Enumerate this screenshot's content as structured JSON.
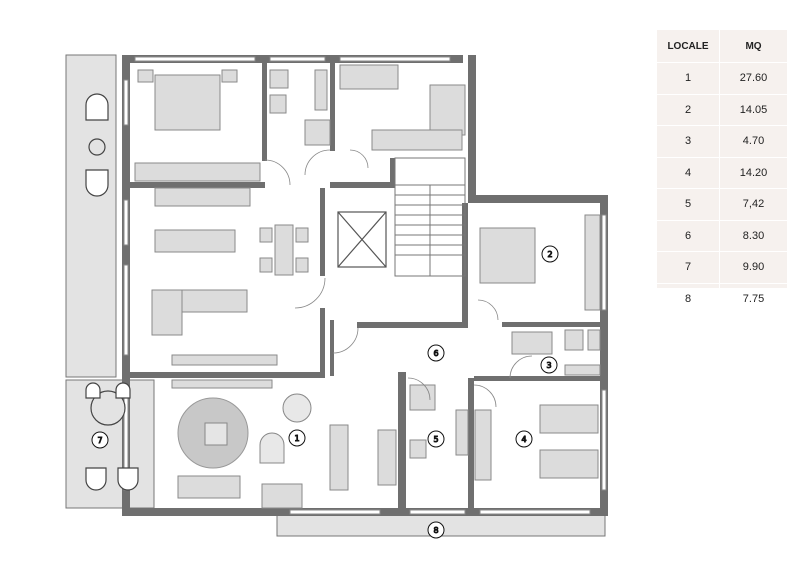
{
  "legend_table": {
    "headers": [
      "LOCALE",
      "MQ"
    ],
    "rows": [
      {
        "locale": "1",
        "mq": "27.60"
      },
      {
        "locale": "2",
        "mq": "14.05"
      },
      {
        "locale": "3",
        "mq": "4.70"
      },
      {
        "locale": "4",
        "mq": "14.20"
      },
      {
        "locale": "5",
        "mq": "7,42"
      },
      {
        "locale": "6",
        "mq": "8.30"
      },
      {
        "locale": "7",
        "mq": "9.90"
      },
      {
        "locale": "8",
        "mq": "7.75"
      }
    ]
  },
  "room_markers": [
    "1",
    "2",
    "3",
    "4",
    "5",
    "6",
    "7",
    "8"
  ],
  "colors": {
    "wall": "#6f6f6f",
    "terrace": "#e3e3e3",
    "furniture_fill": "#dcdcdc",
    "table_bg": "#f6f1ee"
  }
}
